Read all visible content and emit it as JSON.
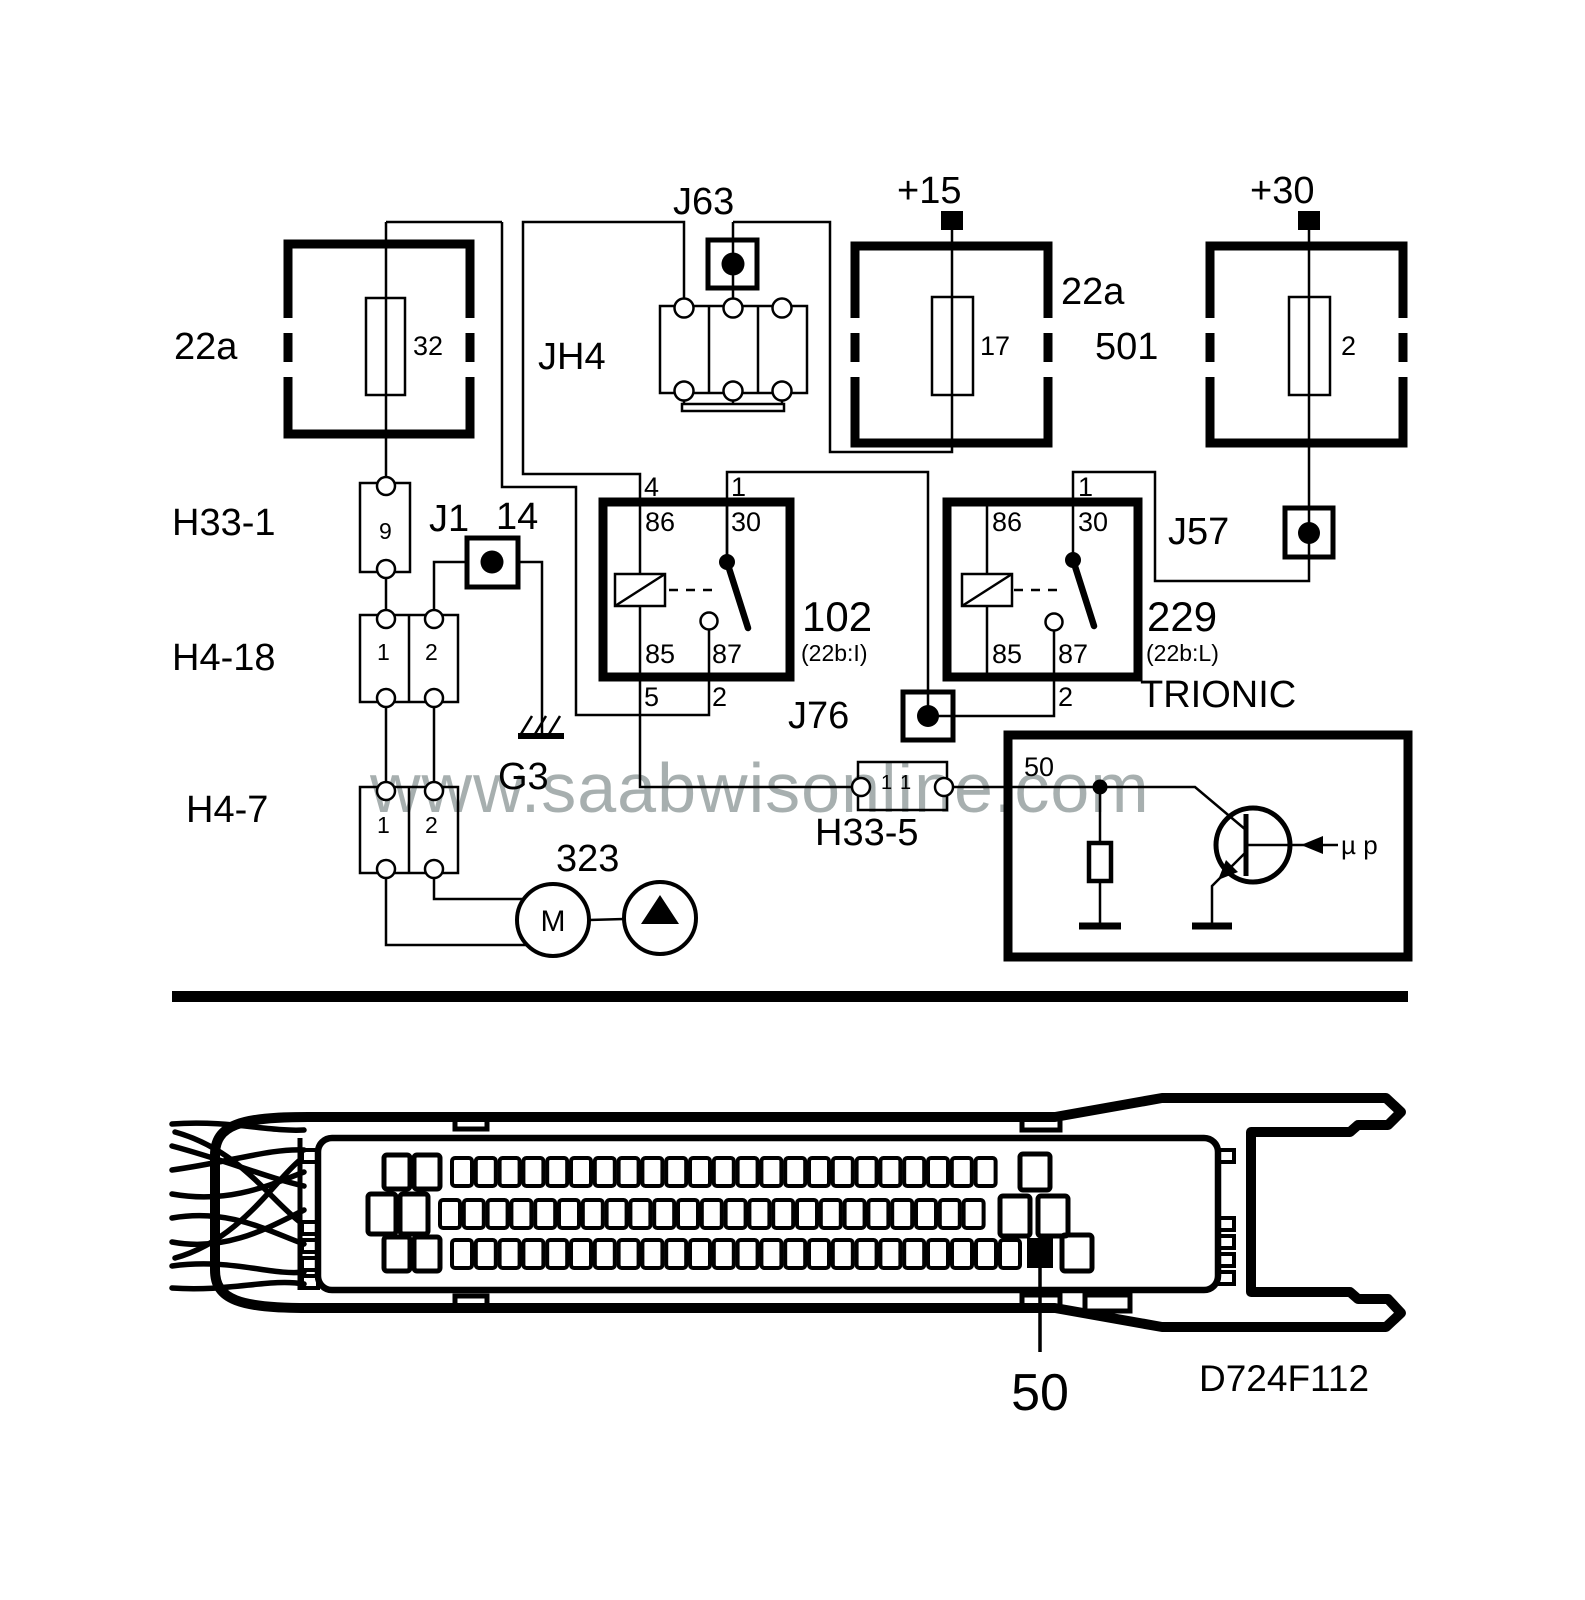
{
  "watermark": "www.saabwisonline.com",
  "feeds": {
    "ignition": "+15",
    "battery": "+30"
  },
  "fuse_boxes": {
    "box22a_left": {
      "label": "22a",
      "fuse": "32"
    },
    "box22a_right": {
      "label": "22a",
      "sub_label": "501",
      "fuse": "17"
    },
    "box_plus30": {
      "fuse": "2"
    }
  },
  "junction_points": {
    "j63": "J63",
    "j1": "J1",
    "j1_terminal": "14",
    "j57": "J57",
    "j76": "J76"
  },
  "jumper": {
    "label": "JH4"
  },
  "connectors": {
    "h33_1": {
      "label": "H33-1",
      "pin": "9"
    },
    "h4_18": {
      "label": "H4-18",
      "pin1": "1",
      "pin2": "2"
    },
    "h4_7": {
      "label": "H4-7",
      "pin1": "1",
      "pin2": "2"
    },
    "h33_5": {
      "label": "H33-5",
      "pin_left": "1",
      "pin_right": "1"
    }
  },
  "ground": {
    "label": "G3"
  },
  "pump": {
    "label": "323",
    "motor": "M"
  },
  "relays": {
    "r102": {
      "id": "102",
      "socket": "(22b:I)",
      "pin_top_left": "4",
      "pin_top_right": "1",
      "pin_bottom_left": "5",
      "pin_bottom_right": "2",
      "t86": "86",
      "t30": "30",
      "t85": "85",
      "t87": "87"
    },
    "r229": {
      "id": "229",
      "socket": "(22b:L)",
      "pin_top": "1",
      "pin_bottom": "2",
      "t86": "86",
      "t30": "30",
      "t85": "85",
      "t87": "87"
    }
  },
  "ecu": {
    "label": "TRIONIC",
    "pin50": "50",
    "micro": "µ p"
  },
  "ecu_connector": {
    "rows": 3,
    "highlighted_pin": "50",
    "drawing_ref": "D724F112"
  }
}
